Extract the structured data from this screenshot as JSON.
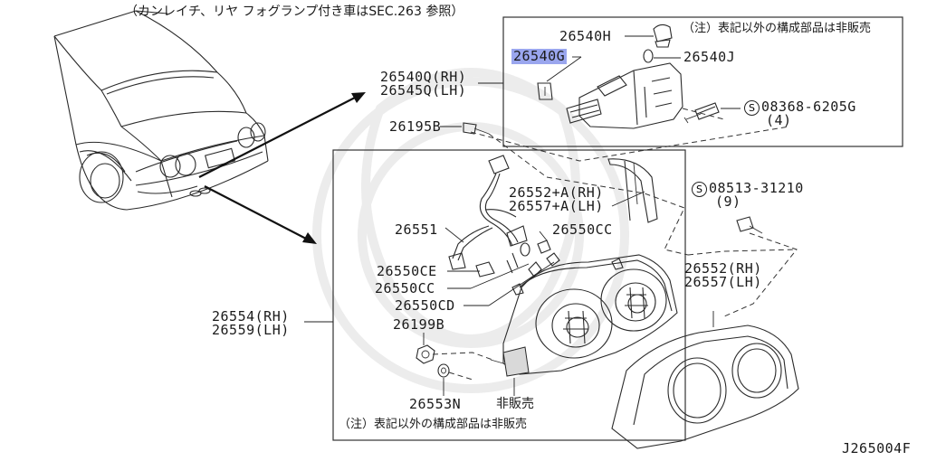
{
  "header_note": "（カンレイチ、リヤ フォグランプ付き車はSEC.263 参照）",
  "part_numbers": {
    "p26540H": "26540H",
    "p26540G": "26540G",
    "p26540J": "26540J",
    "p26540Q_rh": "26540Q(RH)",
    "p26545Q_lh": "26545Q(LH)",
    "bolt_08368": "08368-6205G",
    "bolt_08368_qty": "(4)",
    "p26195B": "26195B",
    "bolt_08513": "08513-31210",
    "bolt_08513_qty": "(9)",
    "p26552A_rh": "26552+A(RH)",
    "p26557A_lh": "26557+A(LH)",
    "p26551": "26551",
    "p26550CC_a": "26550CC",
    "p26550CE": "26550CE",
    "p26550CC_b": "26550CC",
    "p26550CD": "26550CD",
    "p26552_rh": "26552(RH)",
    "p26557_lh": "26557(LH)",
    "p26554_rh": "26554(RH)",
    "p26559_lh": "26559(LH)",
    "p26199B": "26199B",
    "p26553N": "26553N"
  },
  "notes": {
    "not_sold_top": "（注）表記以外の構成部品は非販売",
    "not_sold_bottom": "（注）表記以外の構成部品は非販売",
    "not_sold_label": "非販売"
  },
  "screw_symbol": "S",
  "diagram_id": "J265004F",
  "colors": {
    "highlight": "#9aa6ee",
    "line": "#2a2a2a"
  }
}
